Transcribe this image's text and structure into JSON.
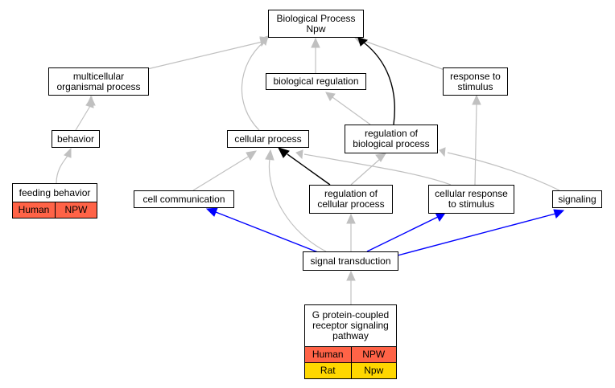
{
  "nodes": {
    "biological_process": [
      "Biological Process",
      "Npw"
    ],
    "multicellular": [
      "multicellular",
      "organismal process"
    ],
    "biological_regulation": [
      "biological regulation"
    ],
    "response_to_stimulus": [
      "response to",
      "stimulus"
    ],
    "behavior": [
      "behavior"
    ],
    "cellular_process": [
      "cellular process"
    ],
    "regulation_of_biological_process": [
      "regulation of",
      "biological process"
    ],
    "cell_communication": [
      "cell communication"
    ],
    "regulation_of_cellular_process": [
      "regulation of",
      "cellular process"
    ],
    "cellular_response": [
      "cellular response",
      "to stimulus"
    ],
    "signaling": [
      "signaling"
    ],
    "signal_transduction": [
      "signal transduction"
    ]
  },
  "gene_tables": {
    "feeding_behavior": {
      "title": [
        "feeding behavior"
      ],
      "rows": [
        {
          "species": "Human",
          "gene": "NPW",
          "color": "#ff6347"
        }
      ]
    },
    "gpcr_pathway": {
      "title": [
        "G protein-coupled",
        "receptor signaling",
        "pathway"
      ],
      "rows": [
        {
          "species": "Human",
          "gene": "NPW",
          "color": "#ff6347"
        },
        {
          "species": "Rat",
          "gene": "Npw",
          "color": "#ffd700"
        }
      ]
    }
  },
  "edge_colors": {
    "is_a": "#c0c0c0",
    "regulates": "#000000",
    "part_of": "#0000ff"
  }
}
